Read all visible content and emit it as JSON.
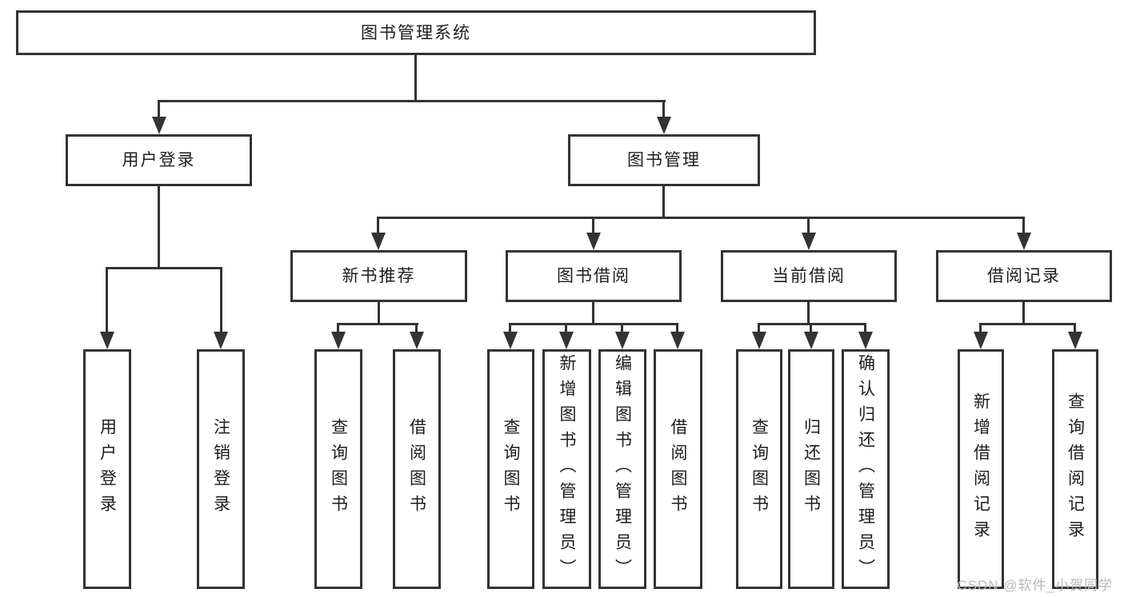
{
  "tree": {
    "root": {
      "label": "图书管理系统"
    },
    "branches": [
      {
        "label": "用户登录",
        "children": [
          {
            "label": "用户登录"
          },
          {
            "label": "注销登录"
          }
        ]
      },
      {
        "label": "图书管理",
        "children": [
          {
            "label": "新书推荐",
            "children": [
              {
                "label": "查询图书"
              },
              {
                "label": "借阅图书"
              }
            ]
          },
          {
            "label": "图书借阅",
            "children": [
              {
                "label": "查询图书"
              },
              {
                "label": "新增图书（管理员）"
              },
              {
                "label": "编辑图书（管理员）"
              },
              {
                "label": "借阅图书"
              }
            ]
          },
          {
            "label": "当前借阅",
            "children": [
              {
                "label": "查询图书"
              },
              {
                "label": "归还图书"
              },
              {
                "label": "确认归还（管理员）"
              }
            ]
          },
          {
            "label": "借阅记录",
            "children": [
              {
                "label": "新增借阅记录"
              },
              {
                "label": "查询借阅记录"
              }
            ]
          }
        ]
      }
    ]
  },
  "watermark": {
    "text": "CSDN @软件_小贺同学"
  },
  "colors": {
    "line": "#333333",
    "text": "#1d1d1d",
    "watermark": "#b9b9b9",
    "background": "#ffffff"
  }
}
